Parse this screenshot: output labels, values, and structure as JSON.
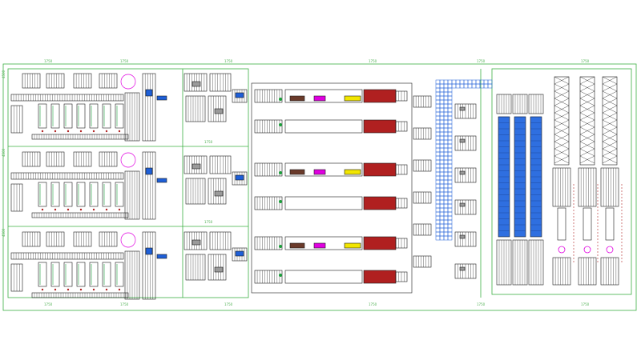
{
  "title": "",
  "colors": {
    "boundary": "#3cb043",
    "equipment": "#1a1a1a",
    "conveyor_blue": "#1e5fd8",
    "storage_blue": "#2f6fe0",
    "oven_red": "#b02020",
    "magenta": "#e000e0",
    "yellow": "#f2e600",
    "gray_fill": "#9a9a9a",
    "green_dot": "#1a9e3a"
  },
  "dimension_labels": {
    "top": [
      "1750",
      "1750",
      "1750",
      "1750",
      "1750",
      "1750"
    ],
    "bottom": [
      "1750",
      "1750",
      "1750",
      "1750",
      "1750",
      "1750"
    ],
    "left": [
      "4500",
      "4500",
      "4500"
    ],
    "mid": [
      "1750",
      "1750"
    ]
  },
  "zones": [
    {
      "name": "assembly-lines"
    },
    {
      "name": "transfer-units"
    },
    {
      "name": "ovens"
    },
    {
      "name": "conveyor-grid"
    },
    {
      "name": "storage-racks"
    }
  ]
}
